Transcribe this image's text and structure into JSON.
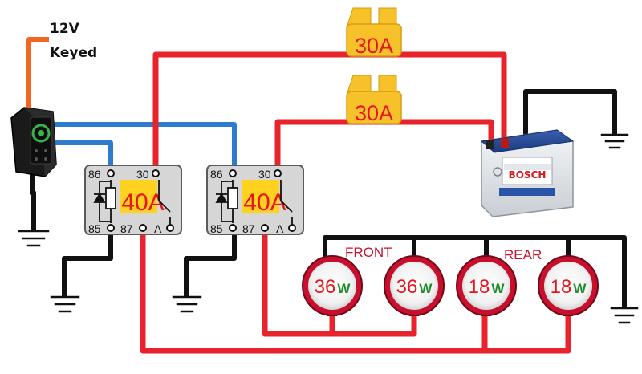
{
  "power_label": {
    "line1": "12V",
    "line2": "Keyed"
  },
  "fuses": [
    {
      "rating": "30A"
    },
    {
      "rating": "30A"
    }
  ],
  "relays": [
    {
      "rating": "40A",
      "pins": {
        "p86": "86",
        "p30": "30",
        "p85": "85",
        "p87": "87",
        "pA": "A"
      }
    },
    {
      "rating": "40A",
      "pins": {
        "p86": "86",
        "p30": "30",
        "p85": "85",
        "p87": "87",
        "pA": "A"
      }
    }
  ],
  "battery": {
    "brand": "BOSCH"
  },
  "groups": {
    "front": "FRONT",
    "rear": "REAR"
  },
  "lights": [
    {
      "watts": "36",
      "unit": "W"
    },
    {
      "watts": "36",
      "unit": "W"
    },
    {
      "watts": "18",
      "unit": "W"
    },
    {
      "watts": "18",
      "unit": "W"
    }
  ],
  "colors": {
    "power_wire": "#e8232b",
    "switch_wire": "#2e7dcc",
    "ground_wire": "#111111",
    "keyed_wire": "#f26522",
    "fuse_body": "#f7c12a",
    "relay_highlight": "#ffd21f",
    "rating_text": "#e8141c",
    "watt_unit": "#1d8a2c",
    "lamp_ring": "#c8102e"
  }
}
